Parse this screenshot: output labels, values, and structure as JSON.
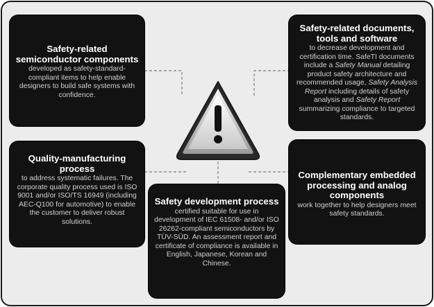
{
  "cards": {
    "top_left": {
      "title": "Safety-related semiconductor components",
      "body": "developed as safety-standard-compliant items to help enable designers to build safe systems with confidence."
    },
    "top_right": {
      "title": "Safety-related documents, tools and software",
      "body_1": "to decrease development and certification time. SafeTI documents include a ",
      "body_em_1": "Safety Manual",
      "body_2": " detailing product safety architecture and recommended usage, ",
      "body_em_2": "Safety Analysis Report",
      "body_3": " including details of safety analysis and ",
      "body_em_3": "Safety Report",
      "body_4": " summarizing compliance to targeted standards."
    },
    "mid_left": {
      "title": "Quality-manufacturing process",
      "body": "to address systematic failures. The corporate quality process used is ISO 9001 and/or ISO/TS 16949 (including AEC-Q100 for automotive) to enable the customer to deliver robust solutions."
    },
    "mid_right": {
      "title": "Complementary embedded processing and analog components",
      "body": "work together to help designers meet safety standards."
    },
    "bottom": {
      "title": "Safety development process",
      "body": "certified suitable for use in development of IEC 61508- and/or ISO 26262-compliant semiconductors by TÜV-SÜD. An assessment report and certificate of compliance is available in English, Japanese, Korean and Chinese."
    }
  },
  "center_icon": {
    "name": "warning-icon",
    "symbol": "!"
  }
}
